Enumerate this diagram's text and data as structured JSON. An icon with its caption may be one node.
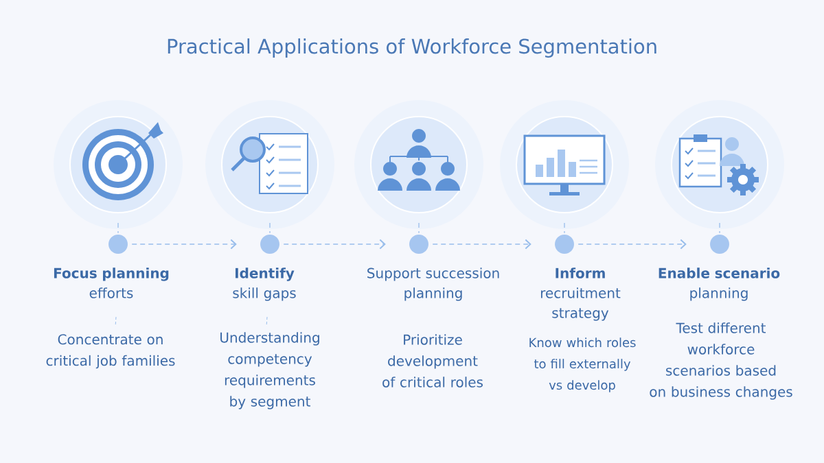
{
  "diagram": {
    "title": "Practical Applications of Workforce Segmentation",
    "nodes": [
      {
        "text": [],
        "shape": "circle"
      },
      {
        "text": [],
        "shape": "circle"
      },
      {
        "text": [],
        "shape": "circle"
      },
      {
        "text": [],
        "shape": "circle"
      },
      {
        "text": [],
        "shape": "circle"
      },
      {
        "text": [],
        "shape": "circle",
        "beside": [
          "**Focus planning** efforts",
          "Concentrate on critical job families"
        ]
      },
      {
        "text": [],
        "shape": "circle",
        "beside": [
          "**Identify** skill gaps",
          "Understanding competency requirements by segment"
        ]
      },
      {
        "text": [],
        "shape": "circle",
        "beside": [
          "Support succession planning",
          "Prioritize development of critical roles"
        ]
      },
      {
        "text": [],
        "shape": "circle",
        "beside": [
          "**Inform** recruitment strategy",
          "Know which roles to fill externally vs develop"
        ]
      },
      {
        "text": [],
        "shape": "circle",
        "beside": [
          "**Enable scenario** planning",
          "Test different workforce scenarios based on business changes"
        ]
      }
    ],
    "edges": [
      {
        "from": 0,
        "to": 5,
        "arrow": "none",
        "style": "dashed"
      },
      {
        "from": 1,
        "to": 6,
        "arrow": "none",
        "style": "dashed"
      },
      {
        "from": 2,
        "to": 7,
        "arrow": "none",
        "style": "dashed"
      },
      {
        "from": 3,
        "to": 8,
        "arrow": "none",
        "style": "dashed"
      },
      {
        "from": 4,
        "to": 9,
        "arrow": "none",
        "style": "dashed"
      },
      {
        "from": 5,
        "to": 6,
        "arrow": "to",
        "style": "dashed"
      },
      {
        "from": 6,
        "to": 7,
        "arrow": "to",
        "style": "dashed"
      },
      {
        "from": 7,
        "to": 8,
        "arrow": "to",
        "style": "dashed"
      },
      {
        "from": 8,
        "to": 9,
        "arrow": "to",
        "style": "dashed"
      }
    ]
  }
}
